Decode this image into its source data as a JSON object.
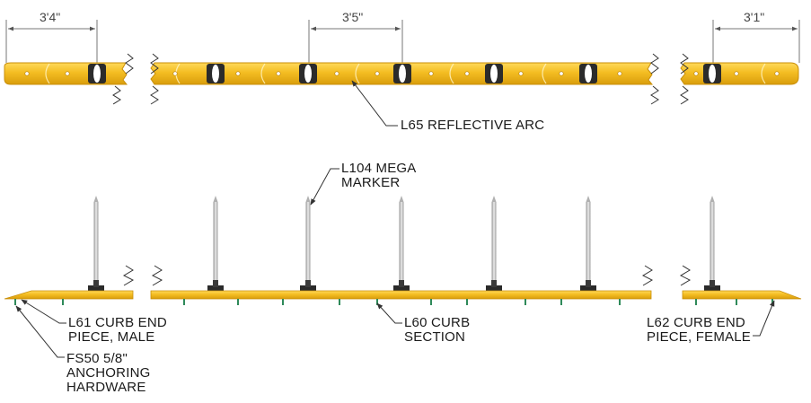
{
  "dimensions": {
    "left": "3'4\"",
    "middle": "3'5\"",
    "right": "3'1\""
  },
  "labels": {
    "reflective_arc": "L65 REFLECTIVE ARC",
    "mega_marker_line1": "L104 MEGA",
    "mega_marker_line2": "MARKER",
    "curb_end_male_line1": "L61 CURB END",
    "curb_end_male_line2": "PIECE, MALE",
    "curb_section_line1": "L60 CURB",
    "curb_section_line2": "SECTION",
    "curb_end_female_line1": "L62 CURB END",
    "curb_end_female_line2": "PIECE, FEMALE",
    "anchoring_line1": "FS50 5/8\"",
    "anchoring_line2": "ANCHORING",
    "anchoring_line3": "HARDWARE"
  },
  "colors": {
    "curb_yellow": "#f2b81c",
    "curb_edge": "#c98f0a",
    "anchor_green": "#2f8a5a",
    "post_grey": "#bfbfbf",
    "line": "#333333"
  }
}
